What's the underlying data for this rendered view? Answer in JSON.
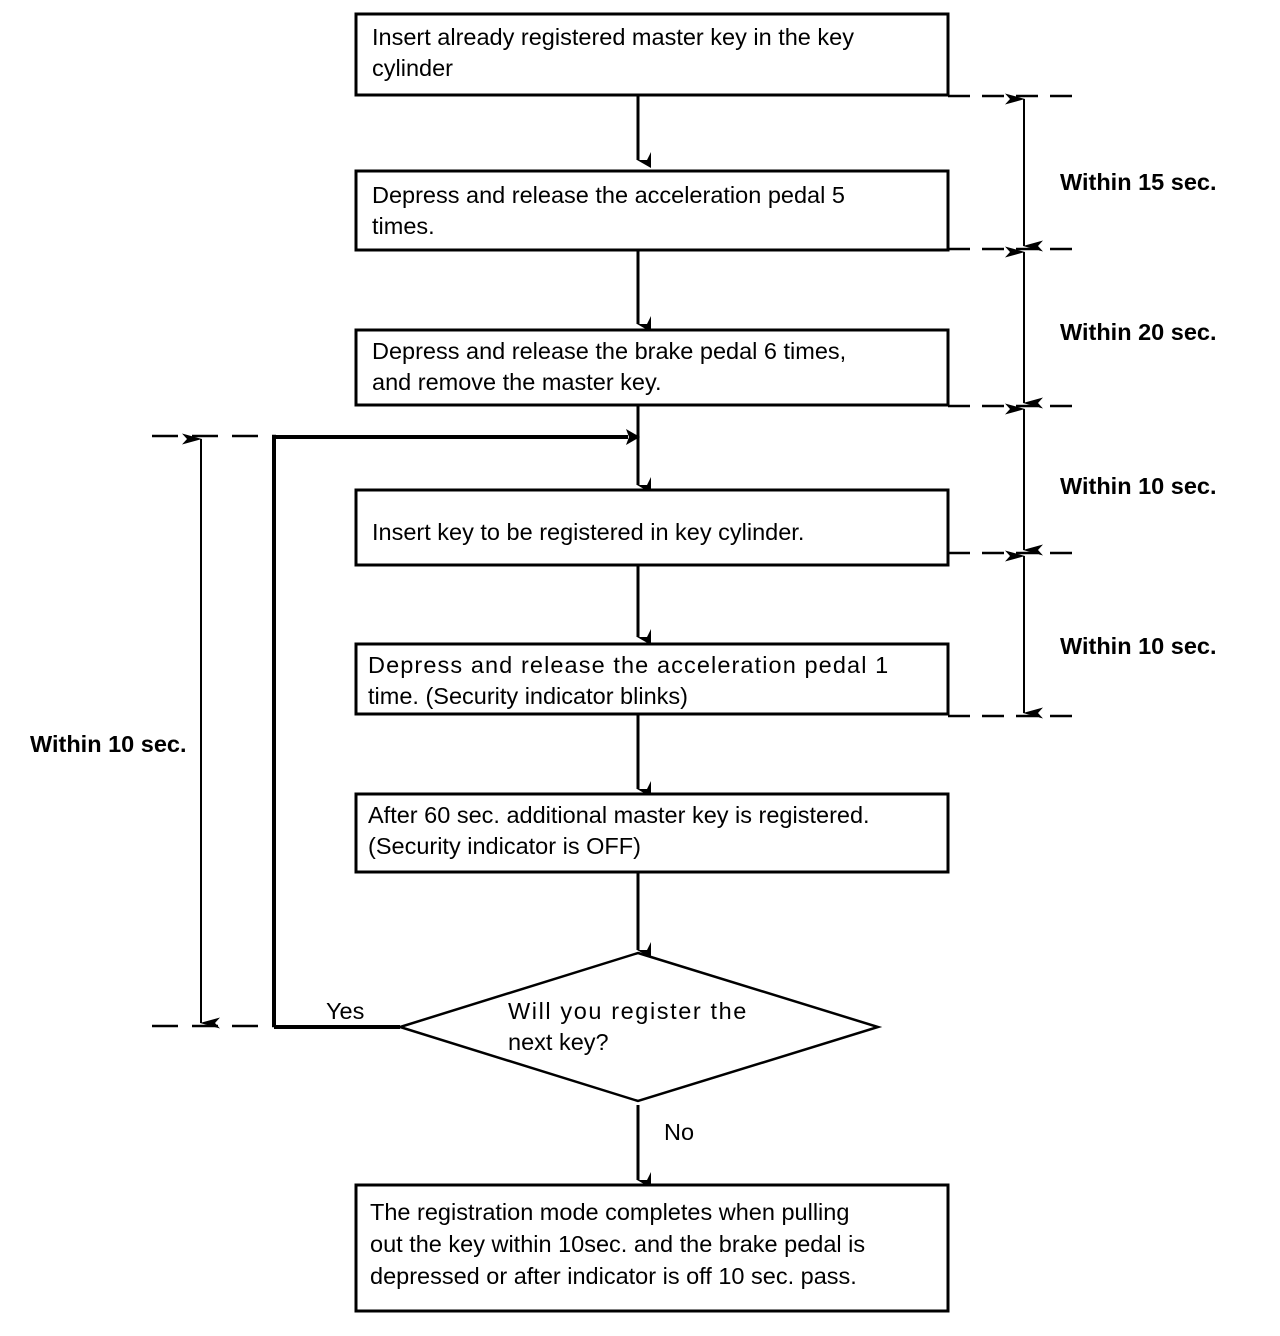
{
  "diagram": {
    "title": "Key registration procedure flowchart",
    "type": "flowchart",
    "background_color": "#ffffff",
    "line_color": "#000000"
  },
  "nodes": [
    {
      "id": "step1",
      "shape": "process",
      "lines": [
        "Insert already registered master key in the key",
        "cylinder"
      ]
    },
    {
      "id": "step2",
      "shape": "process",
      "lines": [
        "Depress and release the acceleration pedal 5",
        "times."
      ]
    },
    {
      "id": "step3",
      "shape": "process",
      "lines": [
        "Depress and release the brake pedal 6 times,",
        "and remove the master key."
      ]
    },
    {
      "id": "step4",
      "shape": "process",
      "lines": [
        "Insert key to be registered in key cylinder."
      ]
    },
    {
      "id": "step5",
      "shape": "process",
      "lines": [
        "Depress  and  release  the  acceleration  pedal  1",
        "time. (Security indicator blinks)"
      ]
    },
    {
      "id": "step6",
      "shape": "process",
      "lines": [
        "After 60 sec. additional master key is registered.",
        "(Security indicator is OFF)"
      ]
    },
    {
      "id": "decision",
      "shape": "decision",
      "lines": [
        "Will  you  register  the",
        "next key?"
      ]
    },
    {
      "id": "step7",
      "shape": "process",
      "lines": [
        "The registration mode completes when pulling",
        "out the key within 10sec. and the brake pedal is",
        "depressed or after indicator is off 10 sec. pass."
      ]
    }
  ],
  "branch_labels": {
    "yes": "Yes",
    "no": "No"
  },
  "timing_annotations": {
    "right": [
      {
        "id": "t1",
        "label": "Within 15 sec."
      },
      {
        "id": "t2",
        "label": "Within 20 sec."
      },
      {
        "id": "t3",
        "label": "Within 10 sec."
      },
      {
        "id": "t4",
        "label": "Within 10 sec."
      }
    ],
    "left": [
      {
        "id": "t5",
        "label": "Within 10 sec."
      }
    ]
  }
}
